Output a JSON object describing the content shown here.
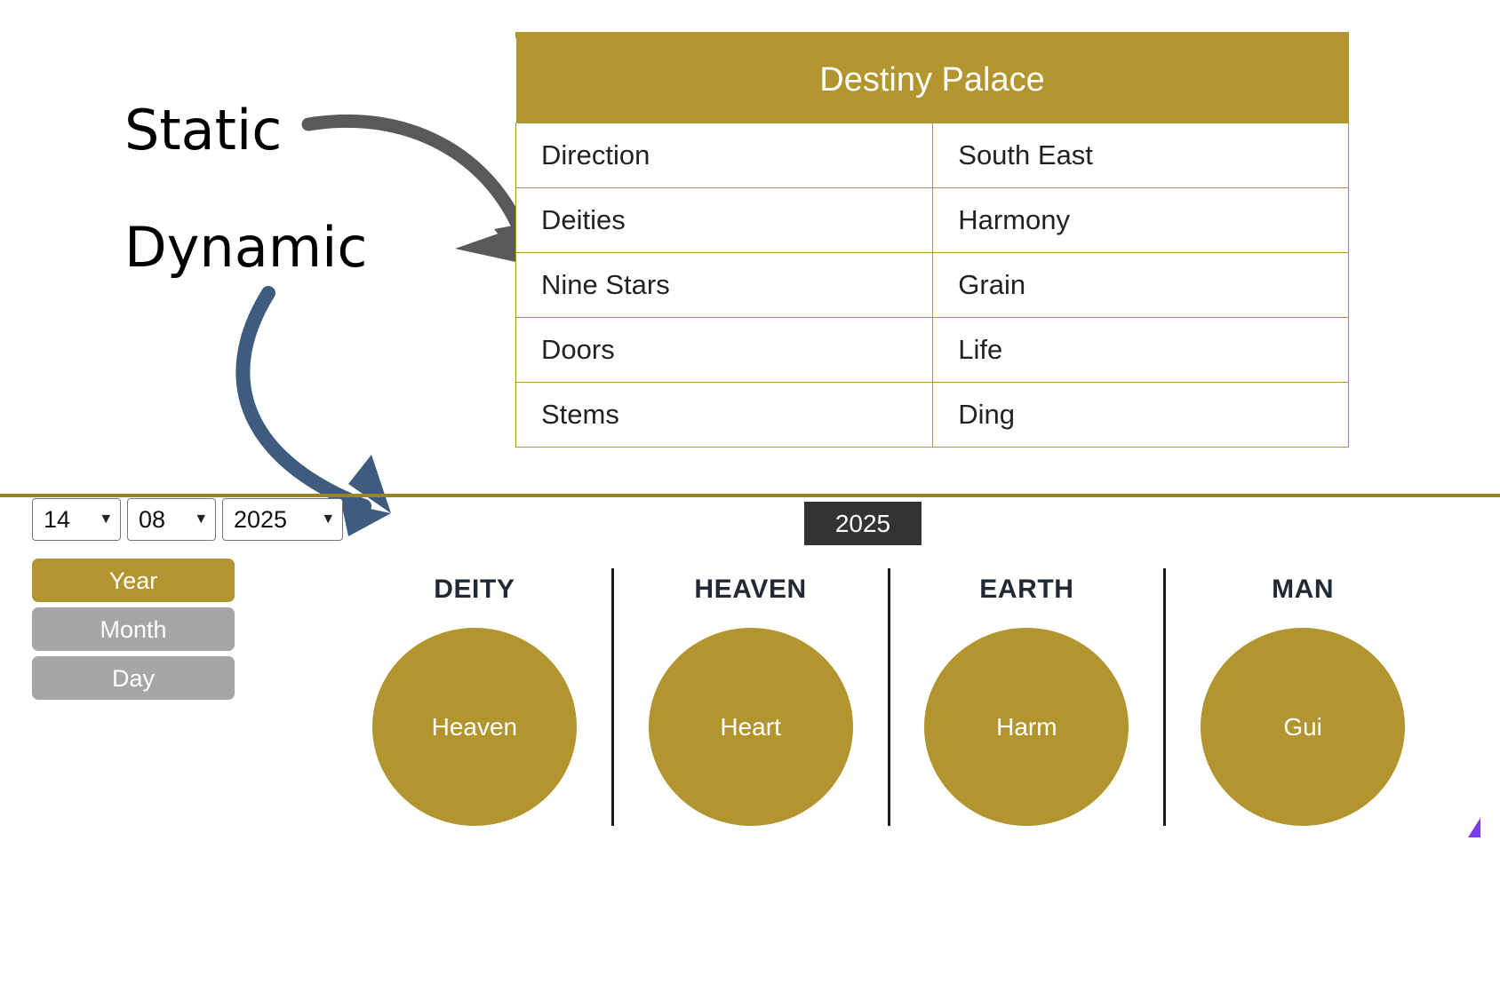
{
  "annotations": {
    "static_label": "Static",
    "dynamic_label": "Dynamic",
    "static_arrow_color": "#595959",
    "dynamic_arrow_color": "#3d5c7e"
  },
  "palace": {
    "title": "Destiny Palace",
    "header_color": "#b2952f",
    "rows": [
      {
        "key": "Direction",
        "value": "South East"
      },
      {
        "key": "Deities",
        "value": "Harmony"
      },
      {
        "key": "Nine Stars",
        "value": "Grain"
      },
      {
        "key": "Doors",
        "value": "Life"
      },
      {
        "key": "Stems",
        "value": "Ding"
      }
    ]
  },
  "date_selectors": {
    "day": {
      "value": "14",
      "icon": "chevron-down-icon"
    },
    "month": {
      "value": "08",
      "icon": "chevron-down-icon"
    },
    "year": {
      "value": "2025",
      "icon": "chevron-down-icon"
    }
  },
  "scope_buttons": [
    {
      "label": "Year",
      "state": "active",
      "color": "#b2952f"
    },
    {
      "label": "Month",
      "state": "inactive",
      "color": "#a6a6a6"
    },
    {
      "label": "Day",
      "state": "inactive",
      "color": "#a6a6a6"
    }
  ],
  "year_badge": {
    "label": "2025",
    "background": "#333333"
  },
  "pillars": [
    {
      "title": "DEITY",
      "value": "Heaven"
    },
    {
      "title": "HEAVEN",
      "value": "Heart"
    },
    {
      "title": "EARTH",
      "value": "Harm"
    },
    {
      "title": "MAN",
      "value": "Gui"
    }
  ],
  "theme": {
    "gold": "#b2952f",
    "divider": "#9a8424",
    "purple_mark": "#7c3aed"
  }
}
